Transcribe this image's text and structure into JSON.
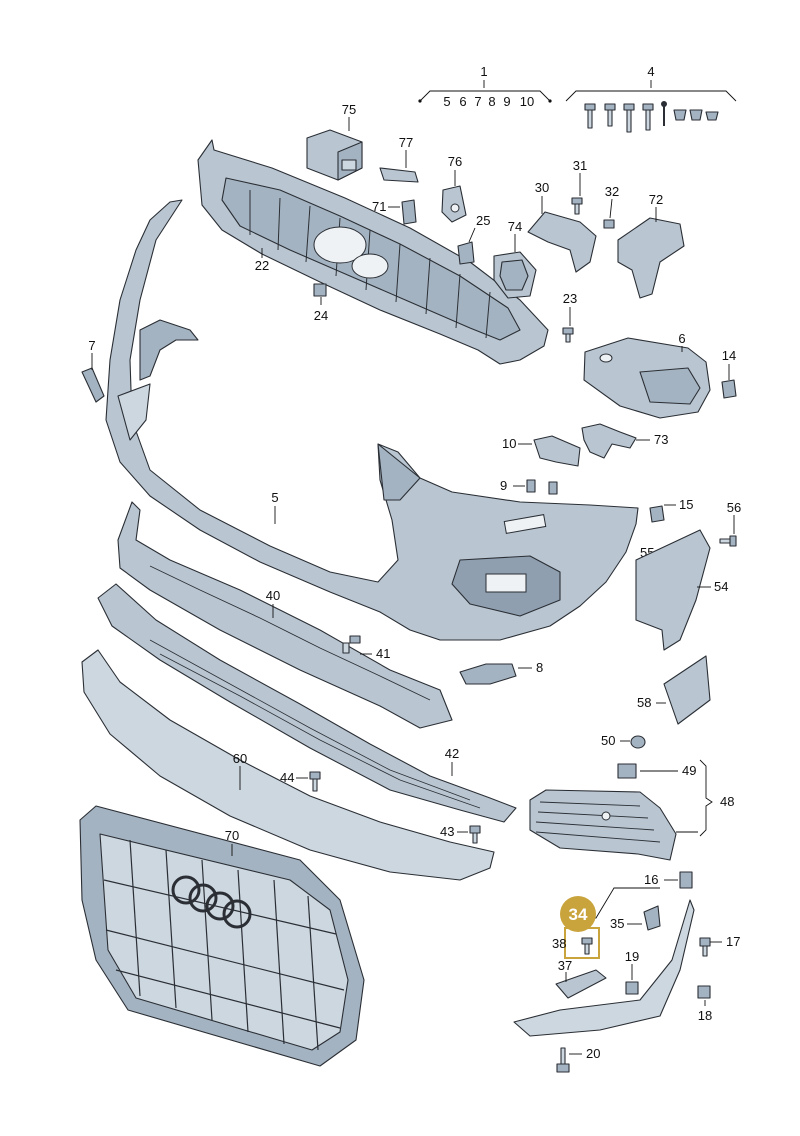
{
  "labels": {
    "l1": "1",
    "l4": "4",
    "l5a": "5",
    "l6": "6",
    "l7": "7",
    "l8": "8",
    "l9": "9",
    "l10": "10",
    "l75": "75",
    "l77": "77",
    "l76": "76",
    "l71": "71",
    "l25": "25",
    "l74": "74",
    "l31": "31",
    "l30": "30",
    "l32": "32",
    "l72": "72",
    "l22": "22",
    "l24": "24",
    "l23": "23",
    "p6": "6",
    "p14": "14",
    "p7": "7",
    "p10": "10",
    "p73": "73",
    "p9": "9",
    "p5": "5",
    "p15": "15",
    "p56": "56",
    "p55": "55",
    "p54": "54",
    "p40": "40",
    "p41": "41",
    "p8": "8",
    "p58": "58",
    "p50": "50",
    "p49": "49",
    "p48": "48",
    "p42": "42",
    "p60": "60",
    "p44": "44",
    "p43": "43",
    "p70": "70",
    "p16": "16",
    "p34": "34",
    "p35": "35",
    "p38": "38",
    "p17": "17",
    "p37": "37",
    "p19": "19",
    "p18": "18",
    "p20": "20"
  },
  "highlight": {
    "part": "34",
    "color": "#c9a33c"
  },
  "colors": {
    "part_fill": "#b9c6d2",
    "part_stroke": "#2b2f35"
  }
}
